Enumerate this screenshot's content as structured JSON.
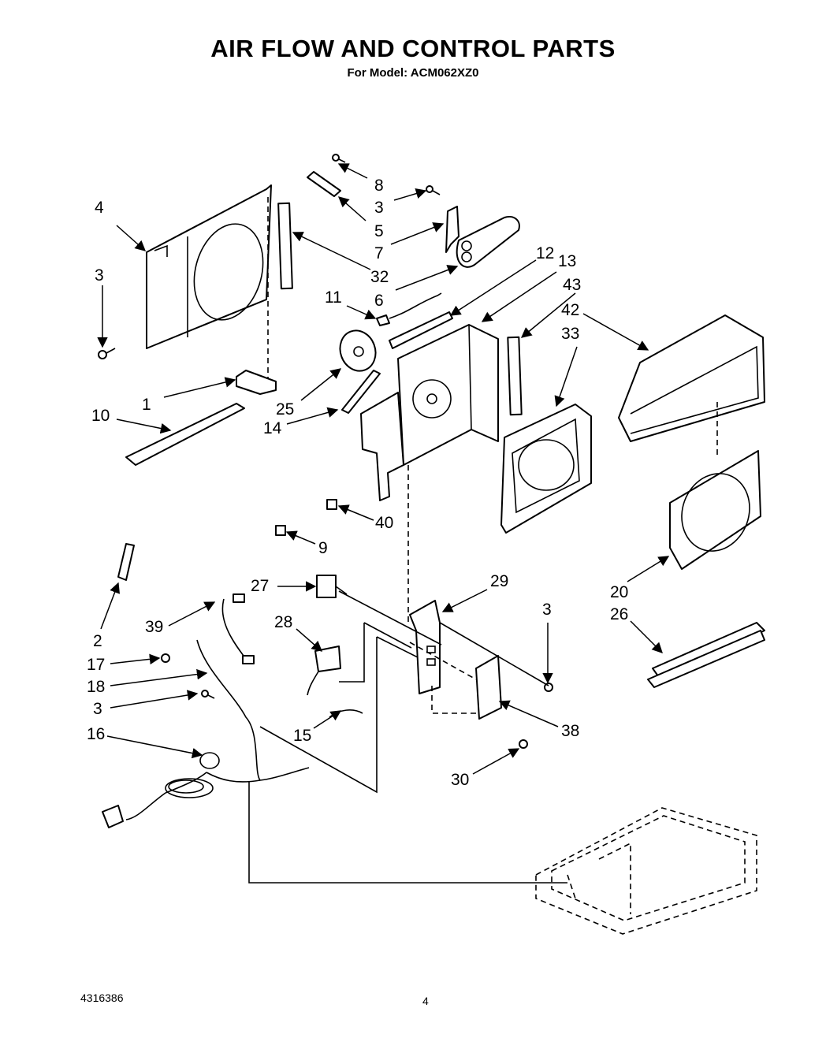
{
  "header": {
    "title": "AIR FLOW AND CONTROL PARTS",
    "subtitle": "For Model: ACM062XZ0"
  },
  "footer": {
    "doc_number": "4316386",
    "page_number": "4"
  },
  "callouts": [
    "8",
    "3",
    "5",
    "7",
    "12",
    "13",
    "4",
    "32",
    "43",
    "42",
    "3",
    "11",
    "6",
    "33",
    "1",
    "25",
    "10",
    "14",
    "40",
    "9",
    "27",
    "29",
    "3",
    "2",
    "39",
    "28",
    "20",
    "26",
    "17",
    "18",
    "3",
    "15",
    "38",
    "16",
    "30"
  ]
}
